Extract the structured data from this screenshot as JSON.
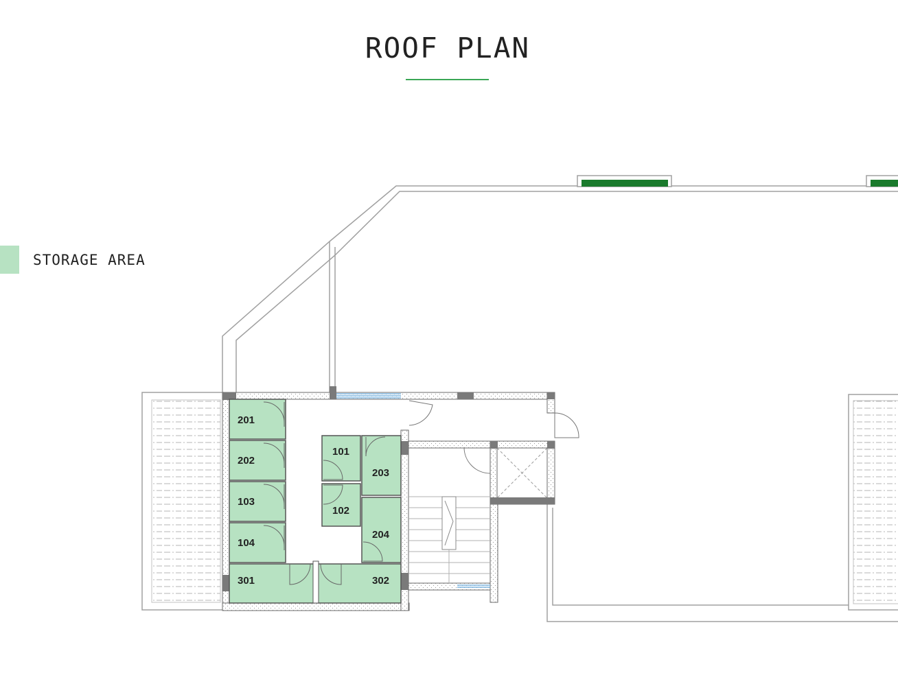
{
  "title": "ROOF PLAN",
  "legend": {
    "label": "STORAGE AREA"
  },
  "colors": {
    "storage_fill": "#b7e2c2",
    "accent_green": "#1a7a2c",
    "title_underline": "#3aa655",
    "wall_gray": "#7a7a7a",
    "line_gray": "#999999",
    "window_blue": "#7fb6e0"
  },
  "storage_units": [
    {
      "id": "201",
      "label": "201"
    },
    {
      "id": "202",
      "label": "202"
    },
    {
      "id": "103",
      "label": "103"
    },
    {
      "id": "104",
      "label": "104"
    },
    {
      "id": "301",
      "label": "301"
    },
    {
      "id": "302",
      "label": "302"
    },
    {
      "id": "101",
      "label": "101"
    },
    {
      "id": "102",
      "label": "102"
    },
    {
      "id": "203",
      "label": "203"
    },
    {
      "id": "204",
      "label": "204"
    }
  ]
}
